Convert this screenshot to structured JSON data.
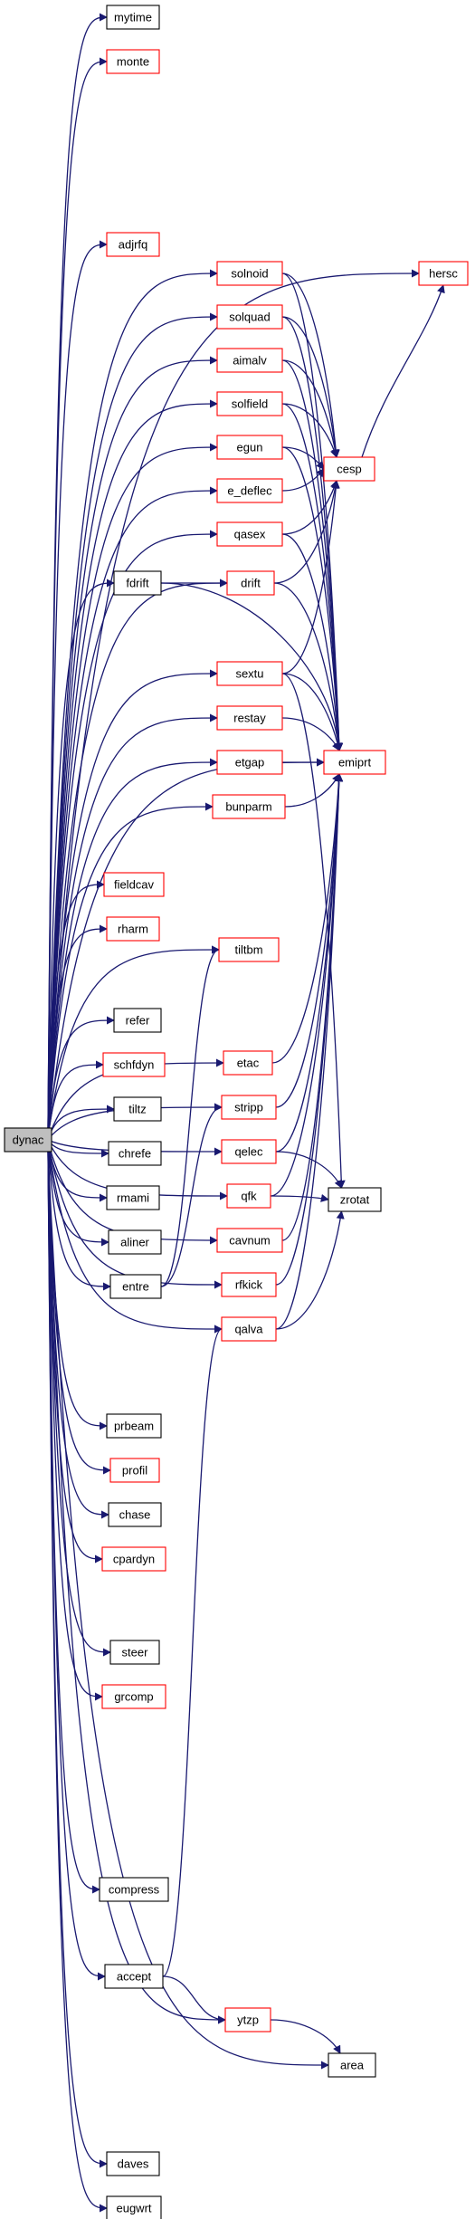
{
  "colors": {
    "edge": "#191970",
    "border_normal": "#000000",
    "border_link": "#ff0000",
    "root_fill": "#bfbfbf",
    "node_fill": "#ffffff"
  },
  "nodes": [
    {
      "id": "dynac",
      "label": "dynac",
      "style": "root"
    },
    {
      "id": "mytime",
      "label": "mytime",
      "style": "normal"
    },
    {
      "id": "monte",
      "label": "monte",
      "style": "link"
    },
    {
      "id": "adjrfq",
      "label": "adjrfq",
      "style": "link"
    },
    {
      "id": "solnoid",
      "label": "solnoid",
      "style": "link"
    },
    {
      "id": "herscl",
      "label": "hersc",
      "style": "link"
    },
    {
      "id": "solquad",
      "label": "solquad",
      "style": "link"
    },
    {
      "id": "aimalv",
      "label": "aimalv",
      "style": "link"
    },
    {
      "id": "solfield",
      "label": "solfield",
      "style": "link"
    },
    {
      "id": "egun",
      "label": "egun",
      "style": "link"
    },
    {
      "id": "cesp",
      "label": "cesp",
      "style": "link"
    },
    {
      "id": "e_deflec",
      "label": "e_deflec",
      "style": "link"
    },
    {
      "id": "qasex",
      "label": "qasex",
      "style": "link"
    },
    {
      "id": "fdrift",
      "label": "fdrift",
      "style": "normal"
    },
    {
      "id": "drift",
      "label": "drift",
      "style": "link"
    },
    {
      "id": "sextu",
      "label": "sextu",
      "style": "link"
    },
    {
      "id": "restay",
      "label": "restay",
      "style": "link"
    },
    {
      "id": "etgap",
      "label": "etgap",
      "style": "link"
    },
    {
      "id": "emiprt",
      "label": "emiprt",
      "style": "link"
    },
    {
      "id": "bunparm",
      "label": "bunparm",
      "style": "link"
    },
    {
      "id": "fieldcav",
      "label": "fieldcav",
      "style": "link"
    },
    {
      "id": "rharm",
      "label": "rharm",
      "style": "link"
    },
    {
      "id": "tiltbm",
      "label": "tiltbm",
      "style": "link"
    },
    {
      "id": "refer",
      "label": "refer",
      "style": "normal"
    },
    {
      "id": "schfdyn",
      "label": "schfdyn",
      "style": "link"
    },
    {
      "id": "etac",
      "label": "etac",
      "style": "link"
    },
    {
      "id": "tiltz",
      "label": "tiltz",
      "style": "normal"
    },
    {
      "id": "stripp",
      "label": "stripp",
      "style": "link"
    },
    {
      "id": "chrefe",
      "label": "chrefe",
      "style": "normal"
    },
    {
      "id": "qelec",
      "label": "qelec",
      "style": "link"
    },
    {
      "id": "rmami",
      "label": "rmami",
      "style": "normal"
    },
    {
      "id": "qfk",
      "label": "qfk",
      "style": "link"
    },
    {
      "id": "zrotat",
      "label": "zrotat",
      "style": "normal"
    },
    {
      "id": "cavnum",
      "label": "cavnum",
      "style": "link"
    },
    {
      "id": "aliner",
      "label": "aliner",
      "style": "normal"
    },
    {
      "id": "rfkick",
      "label": "rfkick",
      "style": "link"
    },
    {
      "id": "entre",
      "label": "entre",
      "style": "normal"
    },
    {
      "id": "qalva",
      "label": "qalva",
      "style": "link"
    },
    {
      "id": "prbeam",
      "label": "prbeam",
      "style": "normal"
    },
    {
      "id": "profil",
      "label": "profil",
      "style": "link"
    },
    {
      "id": "chase",
      "label": "chase",
      "style": "normal"
    },
    {
      "id": "cpardyn",
      "label": "cpardyn",
      "style": "link"
    },
    {
      "id": "steer",
      "label": "steer",
      "style": "normal"
    },
    {
      "id": "grcomp",
      "label": "grcomp",
      "style": "link"
    },
    {
      "id": "compress",
      "label": "compress",
      "style": "normal"
    },
    {
      "id": "accept",
      "label": "accept",
      "style": "normal"
    },
    {
      "id": "ytzp",
      "label": "ytzp",
      "style": "link"
    },
    {
      "id": "area",
      "label": "area",
      "style": "normal"
    },
    {
      "id": "daves",
      "label": "daves",
      "style": "normal"
    },
    {
      "id": "eugwrt",
      "label": "eugwrt",
      "style": "normal"
    }
  ],
  "edges": [
    [
      "dynac",
      "mytime"
    ],
    [
      "dynac",
      "monte"
    ],
    [
      "dynac",
      "adjrfq"
    ],
    [
      "dynac",
      "solnoid"
    ],
    [
      "dynac",
      "herscl"
    ],
    [
      "dynac",
      "solquad"
    ],
    [
      "dynac",
      "aimalv"
    ],
    [
      "dynac",
      "solfield"
    ],
    [
      "dynac",
      "egun"
    ],
    [
      "dynac",
      "e_deflec"
    ],
    [
      "dynac",
      "qasex"
    ],
    [
      "dynac",
      "fdrift"
    ],
    [
      "dynac",
      "drift"
    ],
    [
      "dynac",
      "sextu"
    ],
    [
      "dynac",
      "restay"
    ],
    [
      "dynac",
      "etgap"
    ],
    [
      "dynac",
      "bunparm"
    ],
    [
      "dynac",
      "emiprt"
    ],
    [
      "dynac",
      "fieldcav"
    ],
    [
      "dynac",
      "rharm"
    ],
    [
      "dynac",
      "tiltbm"
    ],
    [
      "dynac",
      "refer"
    ],
    [
      "dynac",
      "schfdyn"
    ],
    [
      "dynac",
      "etac"
    ],
    [
      "dynac",
      "tiltz"
    ],
    [
      "dynac",
      "stripp"
    ],
    [
      "dynac",
      "chrefe"
    ],
    [
      "dynac",
      "qelec"
    ],
    [
      "dynac",
      "rmami"
    ],
    [
      "dynac",
      "qfk"
    ],
    [
      "dynac",
      "cavnum"
    ],
    [
      "dynac",
      "aliner"
    ],
    [
      "dynac",
      "rfkick"
    ],
    [
      "dynac",
      "entre"
    ],
    [
      "dynac",
      "qalva"
    ],
    [
      "dynac",
      "prbeam"
    ],
    [
      "dynac",
      "profil"
    ],
    [
      "dynac",
      "chase"
    ],
    [
      "dynac",
      "cpardyn"
    ],
    [
      "dynac",
      "steer"
    ],
    [
      "dynac",
      "grcomp"
    ],
    [
      "dynac",
      "compress"
    ],
    [
      "dynac",
      "accept"
    ],
    [
      "dynac",
      "ytzp"
    ],
    [
      "dynac",
      "area"
    ],
    [
      "dynac",
      "daves"
    ],
    [
      "dynac",
      "eugwrt"
    ],
    [
      "solnoid",
      "cesp"
    ],
    [
      "solnoid",
      "emiprt"
    ],
    [
      "solquad",
      "cesp"
    ],
    [
      "solquad",
      "emiprt"
    ],
    [
      "aimalv",
      "cesp"
    ],
    [
      "aimalv",
      "emiprt"
    ],
    [
      "solfield",
      "cesp"
    ],
    [
      "solfield",
      "emiprt"
    ],
    [
      "egun",
      "cesp"
    ],
    [
      "egun",
      "emiprt"
    ],
    [
      "e_deflec",
      "cesp"
    ],
    [
      "qasex",
      "cesp"
    ],
    [
      "qasex",
      "emiprt"
    ],
    [
      "fdrift",
      "drift"
    ],
    [
      "fdrift",
      "emiprt"
    ],
    [
      "drift",
      "cesp"
    ],
    [
      "drift",
      "emiprt"
    ],
    [
      "sextu",
      "cesp"
    ],
    [
      "sextu",
      "emiprt"
    ],
    [
      "sextu",
      "zrotat"
    ],
    [
      "restay",
      "emiprt"
    ],
    [
      "etgap",
      "emiprt"
    ],
    [
      "bunparm",
      "emiprt"
    ],
    [
      "cesp",
      "herscl"
    ],
    [
      "etac",
      "emiprt"
    ],
    [
      "stripp",
      "emiprt"
    ],
    [
      "qelec",
      "emiprt"
    ],
    [
      "qelec",
      "zrotat"
    ],
    [
      "qfk",
      "zrotat"
    ],
    [
      "qfk",
      "emiprt"
    ],
    [
      "cavnum",
      "emiprt"
    ],
    [
      "rfkick",
      "emiprt"
    ],
    [
      "qalva",
      "zrotat"
    ],
    [
      "qalva",
      "emiprt"
    ],
    [
      "entre",
      "tiltbm"
    ],
    [
      "entre",
      "stripp"
    ],
    [
      "accept",
      "qalva"
    ],
    [
      "accept",
      "ytzp"
    ],
    [
      "ytzp",
      "area"
    ]
  ]
}
